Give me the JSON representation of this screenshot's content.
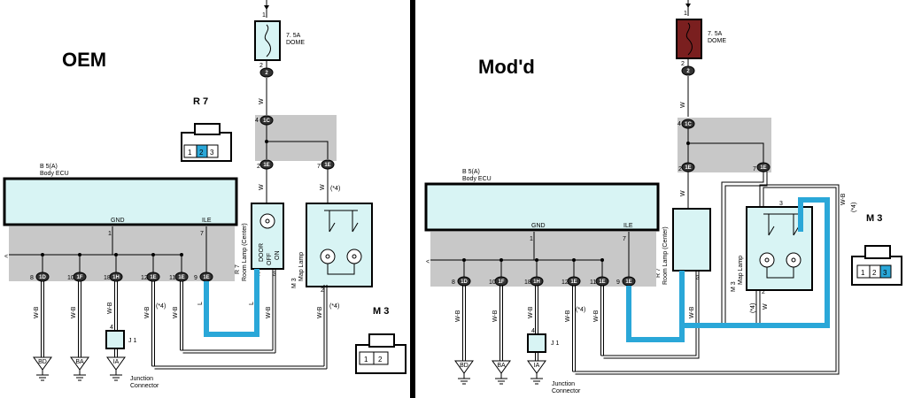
{
  "left": {
    "title": "OEM",
    "fuse": {
      "name": "7. 5A",
      "sub": "DOME",
      "pin_top": "1",
      "pin_bot": "2",
      "fill": "#d8f4f4"
    },
    "room_lamp_label": "Room Lamp (Center)",
    "room_lamp_id": "R 7",
    "map_lamp_label": "Map Lamp",
    "map_lamp_id": "M 3",
    "switch_labels": {
      "door": "DOOR",
      "off": "OFF",
      "on": "ON"
    },
    "wire_w": "W",
    "wire_wb": "W-B",
    "note_4": "(*4)",
    "con_r7": {
      "id": "R 7",
      "pins": [
        "1",
        "2",
        "3"
      ]
    },
    "con_m3": {
      "id": "M 3",
      "pins": [
        "1",
        "2"
      ]
    }
  },
  "right": {
    "title": "Mod'd",
    "fuse": {
      "name": "7. 5A",
      "sub": "DOME",
      "pin_top": "1",
      "pin_bot": "2",
      "fill": "#7a1f1f"
    },
    "room_lamp_label": "Room Lamp (Center)",
    "room_lamp_id": "R 7",
    "map_lamp_label": "Map Lamp",
    "map_lamp_id": "M 3",
    "wire_w": "W",
    "wire_wb": "W-B",
    "note_4": "(*4)",
    "con_m3": {
      "id": "M 3",
      "pins": [
        "1",
        "2",
        "3"
      ]
    }
  },
  "ecu": {
    "id": "B 5(A)",
    "name": "Body ECU",
    "gnd": "GND",
    "ile": "ILE",
    "pin_gnd": "1",
    "pin_ile": "7"
  },
  "connectors": {
    "c1": "1C",
    "ground_pins": [
      "1D",
      "1F",
      "1H"
    ],
    "right_pins": [
      "1E",
      "1E",
      "1E"
    ],
    "pin4": "4",
    "pin2": "2",
    "pin7": "7",
    "pin1": "1",
    "pin3": "3",
    "pin_nums": [
      "8",
      "10",
      "18",
      "12",
      "11",
      "9"
    ]
  },
  "grounds": [
    "BD",
    "BA",
    "IA"
  ],
  "junction": {
    "id": "J 1",
    "label": "Junction",
    "label2": "Connector",
    "pin": "4"
  },
  "colors": {
    "highlight": "#2aa7d8",
    "light": "#d8f4f4",
    "gray": "#c8c8c8",
    "oval": "#333333",
    "divider": "#000000"
  }
}
